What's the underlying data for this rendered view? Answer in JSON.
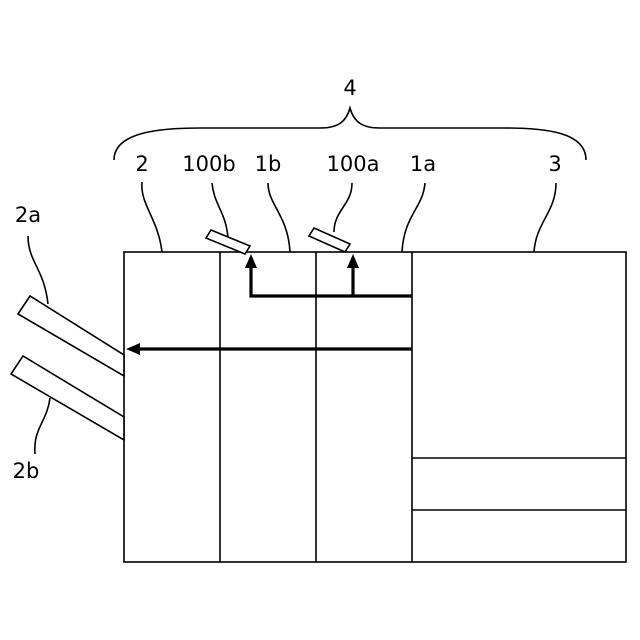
{
  "labels": {
    "system": "4",
    "unit_2": "2",
    "unit_100b": "100b",
    "unit_1b": "1b",
    "unit_100a": "100a",
    "unit_1a": "1a",
    "unit_3": "3",
    "tray_2a": "2a",
    "tray_2b": "2b"
  }
}
